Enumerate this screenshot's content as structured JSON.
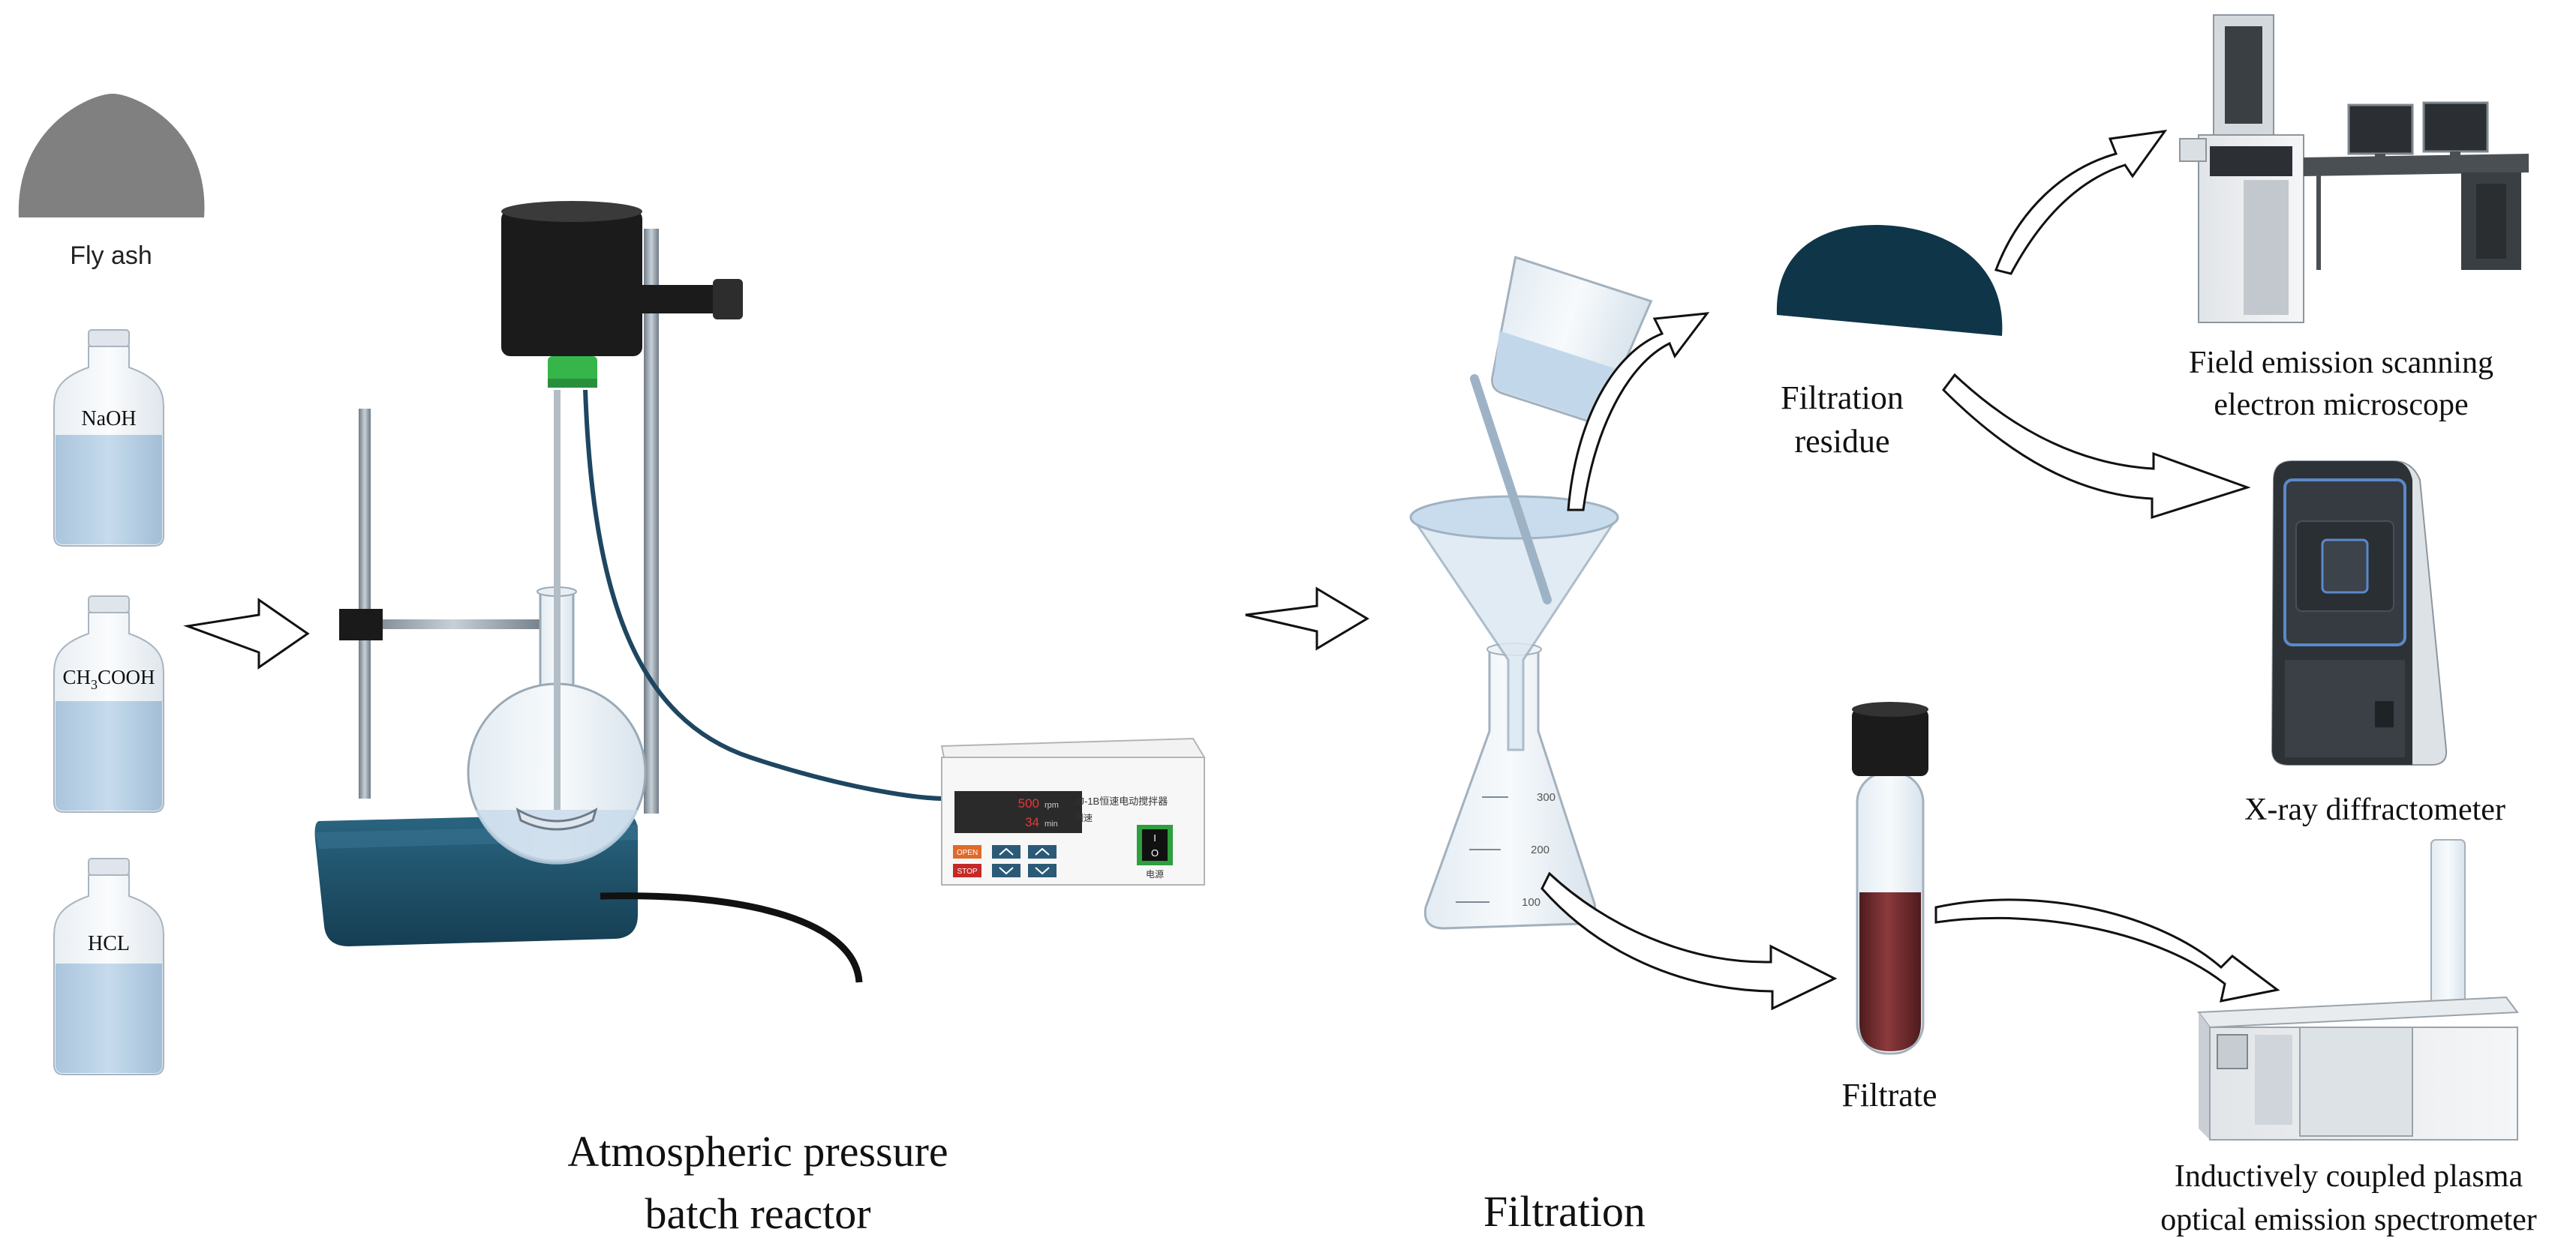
{
  "reagents": {
    "fly_ash": "Fly ash",
    "naoh": "NaOH",
    "ch3cooh_prefix": "CH",
    "ch3cooh_sub": "3",
    "ch3cooh_suffix": "COOH",
    "hcl": "HCL"
  },
  "reactor": {
    "caption_line1": "Atmospheric pressure",
    "caption_line2": "batch reactor",
    "controller": {
      "display_speed": "500",
      "display_speed_unit": "rpm",
      "display_time": "34",
      "display_time_unit": "min",
      "model_label": "JJ-1B恒速电动搅拌器",
      "open_btn": "OPEN",
      "stop_btn": "STOP",
      "display_label": "测速",
      "power_label": "电源",
      "power_switch_on": "I",
      "power_switch_off": "O"
    }
  },
  "filtration": {
    "caption": "Filtration",
    "flask_marks": [
      "300",
      "200",
      "100"
    ]
  },
  "products": {
    "residue_line1": "Filtration",
    "residue_line2": "residue",
    "filtrate": "Filtrate"
  },
  "instruments": {
    "fesem_line1": "Field emission scanning",
    "fesem_line2": "electron microscope",
    "xrd": "X-ray diffractometer",
    "icp_line1": "Inductively coupled plasma",
    "icp_line2": "optical emission spectrometer"
  },
  "colors": {
    "fly_ash": "#808080",
    "liquid": "#b9d1e6",
    "residue": "#0f3548",
    "filtrate": "#6a2a2c",
    "hot_plate": "#1f4f66",
    "green_led": "#36b54a"
  }
}
